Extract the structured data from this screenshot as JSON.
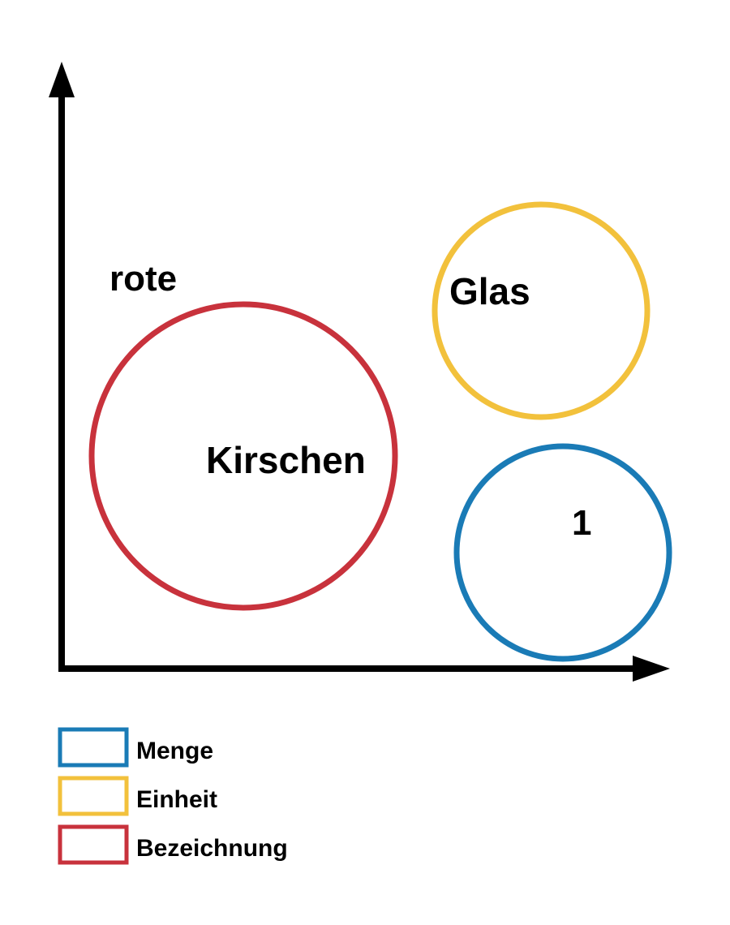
{
  "words": {
    "rote": "rote",
    "kirschen": "Kirschen",
    "glas": "Glas",
    "one": "1"
  },
  "legend": [
    {
      "label": "Menge",
      "color": "#1a7bb6"
    },
    {
      "label": "Einheit",
      "color": "#f2c13c"
    },
    {
      "label": "Bezeichnung",
      "color": "#c8323c"
    }
  ],
  "colors": {
    "menge": "#1a7bb6",
    "einheit": "#f2c13c",
    "bezeichnung": "#c8323c",
    "axis": "#000000"
  }
}
